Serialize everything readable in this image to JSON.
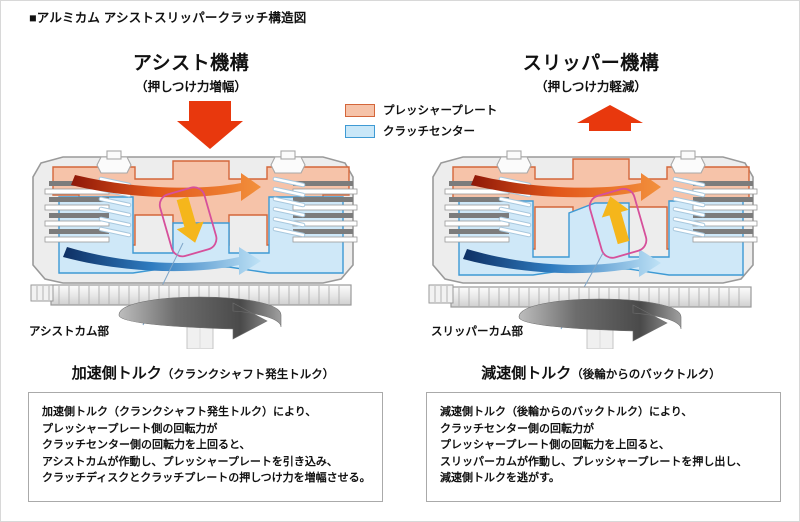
{
  "document": {
    "title": "■アルミカム アシストスリッパークラッチ構造図"
  },
  "colors": {
    "pressure_plate": "#f6c3a9",
    "pressure_plate_edge": "#d4663a",
    "clutch_center": "#c9e7f8",
    "clutch_center_edge": "#3e9ad4",
    "big_arrow_red": "#e8380d",
    "cam_highlight": "#d6509b",
    "cam_arrow_yellow": "#f5b61b",
    "torque_red_dark": "#9e1b0c",
    "torque_red_light": "#f0821e",
    "torque_blue_dark": "#123a72",
    "torque_blue_light": "#a8d8f2",
    "housing_gray": "#e9e9e9",
    "housing_edge": "#9a9a9a",
    "box_border": "#aaaaaa"
  },
  "sections": {
    "left": {
      "title": "アシスト機構",
      "subtitle": "（押しつけ力増幅）",
      "arrow_direction": "down",
      "cam_label": "アシストカム部",
      "cam_arrow_direction": "down",
      "torque_heading": "加速側トルク",
      "torque_heading_paren": "（クランクシャフト発生トルク）",
      "description_lines": [
        "加速側トルク（クランクシャフト発生トルク）により、",
        "プレッシャープレート側の回転力が",
        "クラッチセンター側の回転力を上回ると、",
        "アシストカムが作動し、プレッシャープレートを引き込み、",
        "クラッチディスクとクラッチプレートの押しつけ力を増幅させる。"
      ]
    },
    "right": {
      "title": "スリッパー機構",
      "subtitle": "（押しつけ力軽減）",
      "arrow_direction": "up",
      "cam_label": "スリッパーカム部",
      "cam_arrow_direction": "up",
      "torque_heading": "減速側トルク",
      "torque_heading_paren": "（後輪からのバックトルク）",
      "description_lines": [
        "減速側トルク（後輪からのバックトルク）により、",
        "クラッチセンター側の回転力が",
        "プレッシャープレート側の回転力を上回ると、",
        "スリッパーカムが作動し、プレッシャープレートを押し出し、",
        "減速側トルクを逃がす。"
      ]
    }
  },
  "legend": {
    "items": [
      {
        "label": "プレッシャープレート",
        "swatch": "pressure-plate-swatch"
      },
      {
        "label": "クラッチセンター",
        "swatch": "clutch-center-swatch"
      }
    ]
  }
}
